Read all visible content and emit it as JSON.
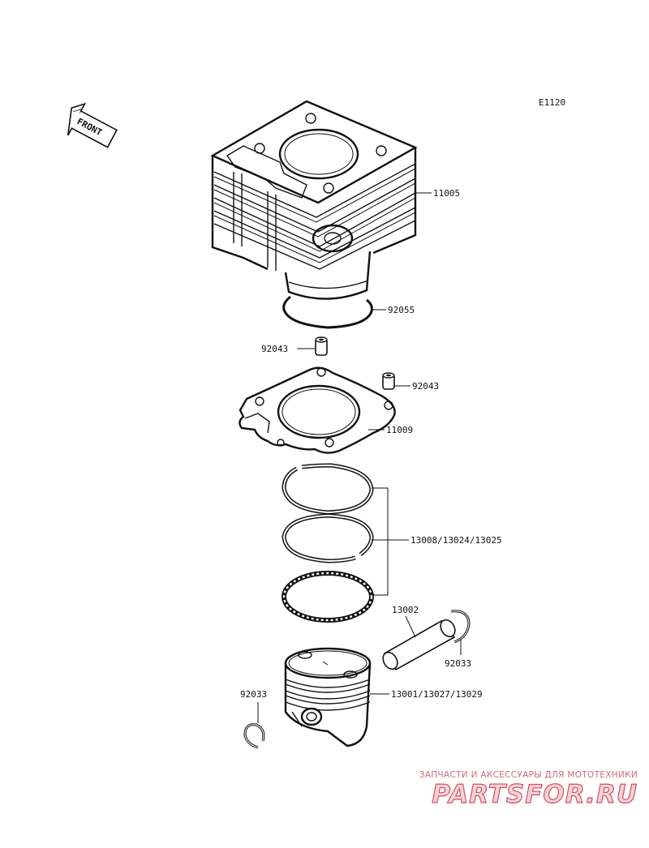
{
  "diagram": {
    "figure_code": "E1120",
    "front_label": "FRONT",
    "callouts": {
      "cylinder": "11005",
      "o_ring": "92055",
      "dowel_left": "92043",
      "dowel_right": "92043",
      "gasket": "11009",
      "rings": "13008/13024/13025",
      "piston_pin": "13002",
      "clip_right": "92033",
      "piston": "13001/13027/13029",
      "clip_left": "92033"
    }
  },
  "watermark": {
    "tagline": "ЗАПЧАСТИ И АКСЕССУАРЫ ДЛЯ МОТОТЕХНИКИ",
    "logo": "PARTSFOR.RU",
    "colors": {
      "fill": "#f3d3d8",
      "outline": "#d64e62",
      "text": "#cf6b7a"
    }
  }
}
